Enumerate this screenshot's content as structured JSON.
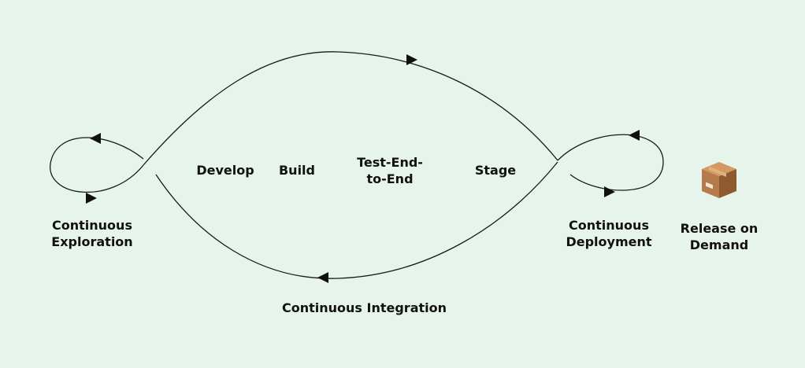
{
  "colors": {
    "background": "#e6f4ec",
    "line": "#1a1a1a",
    "text": "#111111",
    "box_front": "#b57b4a",
    "box_side": "#8e5a2f",
    "box_top": "#d29a62",
    "box_label": "#f3e8d6"
  },
  "labels": {
    "continuous_exploration": "Continuous\nExploration",
    "develop": "Develop",
    "build": "Build",
    "test_end_to_end": "Test-End-\nto-End",
    "stage": "Stage",
    "continuous_deployment": "Continuous\nDeployment",
    "release_on_demand": "Release on\nDemand",
    "continuous_integration": "Continuous Integration"
  },
  "icons": {
    "release": "package-box-icon"
  }
}
